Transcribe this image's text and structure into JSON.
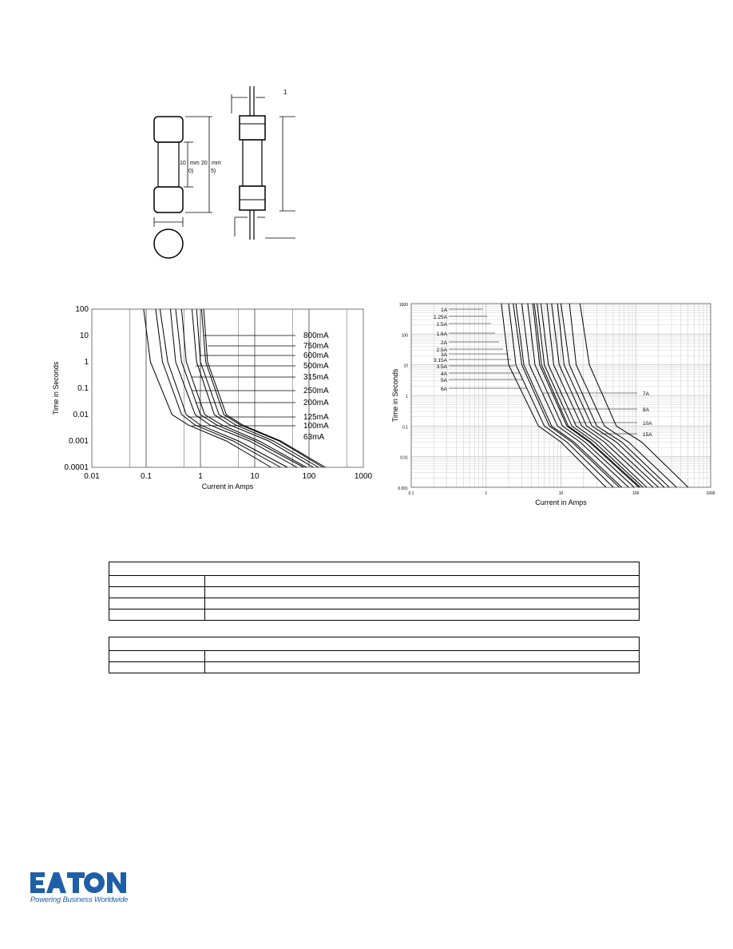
{
  "drawing": {
    "dims_front": [
      "10",
      "0)"
    ],
    "dims_side": [
      "20",
      "5)"
    ],
    "dims_body": [
      "mm",
      "mm"
    ],
    "lead_dim": "1"
  },
  "chart_left": {
    "ylabel": "Time in Seconds",
    "xlabel": "Current in Amps",
    "yticks": [
      "100",
      "10",
      "1",
      "0.1",
      "0.01",
      "0.001",
      "0.0001"
    ],
    "xticks": [
      "0.01",
      "0.1",
      "1",
      "10",
      "100",
      "1000"
    ],
    "labels": [
      "800mA",
      "750mA",
      "600mA",
      "500mA",
      "315mA",
      "250mA",
      "200mA",
      "125mA",
      "100mA",
      "63mA"
    ]
  },
  "chart_right": {
    "ylabel": "Time in Seconds",
    "xlabel": "Current in Amps",
    "yticks": [
      "1000",
      "100",
      "10",
      "1",
      "0.1",
      "0.01",
      "0.001"
    ],
    "xticks": [
      "0.1",
      "1",
      "10",
      "100",
      "1000"
    ],
    "labels_left": [
      "1A",
      "1.25A",
      "1.5A",
      "1.6A",
      "2A",
      "2.5A",
      "3A",
      "3.15A",
      "3.5A",
      "4A",
      "5A",
      "6A"
    ],
    "labels_right": [
      "7A",
      "8A",
      "10A",
      "15A"
    ]
  },
  "table1": {
    "rows": [
      [
        "",
        ""
      ],
      [
        "",
        ""
      ],
      [
        "",
        ""
      ],
      [
        "",
        ""
      ]
    ]
  },
  "table2": {
    "rows": [
      [
        "",
        ""
      ],
      [
        "",
        ""
      ]
    ]
  },
  "brand": {
    "logo_text": "EATON",
    "tagline": "Powering Business Worldwide",
    "color": "#1f5fa8"
  },
  "chart_data": [
    {
      "type": "line",
      "title": "",
      "xlabel": "Current in Amps",
      "ylabel": "Time in Seconds",
      "xscale": "log",
      "yscale": "log",
      "xlim": [
        0.01,
        1000
      ],
      "ylim": [
        0.0001,
        100
      ],
      "series": [
        {
          "name": "63mA",
          "x": [
            0.09,
            0.12,
            0.3,
            0.6,
            3,
            20
          ],
          "y": [
            100,
            1,
            0.01,
            0.004,
            0.001,
            0.0001
          ]
        },
        {
          "name": "100mA",
          "x": [
            0.15,
            0.2,
            0.45,
            0.8,
            4,
            30
          ],
          "y": [
            100,
            1,
            0.01,
            0.004,
            0.001,
            0.0001
          ]
        },
        {
          "name": "125mA",
          "x": [
            0.18,
            0.25,
            0.55,
            1,
            5,
            40
          ],
          "y": [
            100,
            1,
            0.01,
            0.004,
            0.001,
            0.0001
          ]
        },
        {
          "name": "200mA",
          "x": [
            0.28,
            0.35,
            0.8,
            1.5,
            8,
            60
          ],
          "y": [
            100,
            1,
            0.01,
            0.004,
            0.001,
            0.0001
          ]
        },
        {
          "name": "250mA",
          "x": [
            0.35,
            0.45,
            1,
            2,
            10,
            80
          ],
          "y": [
            100,
            1,
            0.01,
            0.004,
            0.001,
            0.0001
          ]
        },
        {
          "name": "315mA",
          "x": [
            0.45,
            0.55,
            1.2,
            2.5,
            12,
            90
          ],
          "y": [
            100,
            1,
            0.01,
            0.004,
            0.001,
            0.0001
          ]
        },
        {
          "name": "500mA",
          "x": [
            0.7,
            0.85,
            1.8,
            3.5,
            18,
            120
          ],
          "y": [
            100,
            1,
            0.01,
            0.004,
            0.001,
            0.0001
          ]
        },
        {
          "name": "600mA",
          "x": [
            0.85,
            1,
            2.2,
            4.5,
            22,
            150
          ],
          "y": [
            100,
            1,
            0.01,
            0.004,
            0.001,
            0.0001
          ]
        },
        {
          "name": "750mA",
          "x": [
            1.05,
            1.25,
            2.7,
            5.5,
            28,
            180
          ],
          "y": [
            100,
            1,
            0.01,
            0.004,
            0.001,
            0.0001
          ]
        },
        {
          "name": "800mA",
          "x": [
            1.15,
            1.35,
            3,
            6,
            30,
            200
          ],
          "y": [
            100,
            1,
            0.01,
            0.004,
            0.001,
            0.0001
          ]
        }
      ]
    },
    {
      "type": "line",
      "title": "",
      "xlabel": "Current in Amps",
      "ylabel": "Time in Seconds",
      "xscale": "log",
      "yscale": "log",
      "xlim": [
        0.1,
        1000
      ],
      "ylim": [
        0.001,
        1000
      ],
      "series": [
        {
          "name": "1A",
          "x": [
            1.6,
            2,
            5,
            10,
            40
          ],
          "y": [
            1000,
            10,
            0.1,
            0.03,
            0.001
          ]
        },
        {
          "name": "1.25A",
          "x": [
            2,
            2.5,
            6,
            12,
            50
          ],
          "y": [
            1000,
            10,
            0.1,
            0.03,
            0.001
          ]
        },
        {
          "name": "1.5A",
          "x": [
            2.3,
            3,
            7,
            14,
            60
          ],
          "y": [
            1000,
            10,
            0.1,
            0.03,
            0.001
          ]
        },
        {
          "name": "1.6A",
          "x": [
            2.5,
            3.2,
            7.5,
            15,
            65
          ],
          "y": [
            1000,
            10,
            0.1,
            0.03,
            0.001
          ]
        },
        {
          "name": "2A",
          "x": [
            3,
            3.8,
            9,
            18,
            80
          ],
          "y": [
            1000,
            10,
            0.1,
            0.03,
            0.001
          ]
        },
        {
          "name": "2.5A",
          "x": [
            3.6,
            4.5,
            10.5,
            21,
            95
          ],
          "y": [
            1000,
            10,
            0.1,
            0.03,
            0.001
          ]
        },
        {
          "name": "3A",
          "x": [
            4.2,
            5.2,
            12,
            24,
            110
          ],
          "y": [
            1000,
            10,
            0.1,
            0.03,
            0.001
          ]
        },
        {
          "name": "3.15A",
          "x": [
            4.4,
            5.5,
            12.5,
            25,
            115
          ],
          "y": [
            1000,
            10,
            0.1,
            0.03,
            0.001
          ]
        },
        {
          "name": "3.5A",
          "x": [
            4.8,
            6,
            14,
            28,
            125
          ],
          "y": [
            1000,
            10,
            0.1,
            0.03,
            0.001
          ]
        },
        {
          "name": "4A",
          "x": [
            5.4,
            6.8,
            16,
            32,
            140
          ],
          "y": [
            1000,
            10,
            0.1,
            0.03,
            0.001
          ]
        },
        {
          "name": "5A",
          "x": [
            6.5,
            8,
            19,
            38,
            170
          ],
          "y": [
            1000,
            10,
            0.1,
            0.03,
            0.001
          ]
        },
        {
          "name": "6A",
          "x": [
            7.5,
            9.5,
            22,
            45,
            200
          ],
          "y": [
            1000,
            10,
            0.1,
            0.03,
            0.001
          ]
        },
        {
          "name": "7A",
          "x": [
            9,
            11,
            26,
            55,
            240
          ],
          "y": [
            1000,
            10,
            0.1,
            0.03,
            0.001
          ]
        },
        {
          "name": "8A",
          "x": [
            10,
            13,
            30,
            65,
            280
          ],
          "y": [
            1000,
            10,
            0.1,
            0.03,
            0.001
          ]
        },
        {
          "name": "10A",
          "x": [
            13,
            16,
            38,
            80,
            350
          ],
          "y": [
            1000,
            10,
            0.1,
            0.03,
            0.001
          ]
        },
        {
          "name": "15A",
          "x": [
            18,
            24,
            55,
            120,
            500
          ],
          "y": [
            1000,
            10,
            0.1,
            0.03,
            0.001
          ]
        }
      ]
    }
  ]
}
